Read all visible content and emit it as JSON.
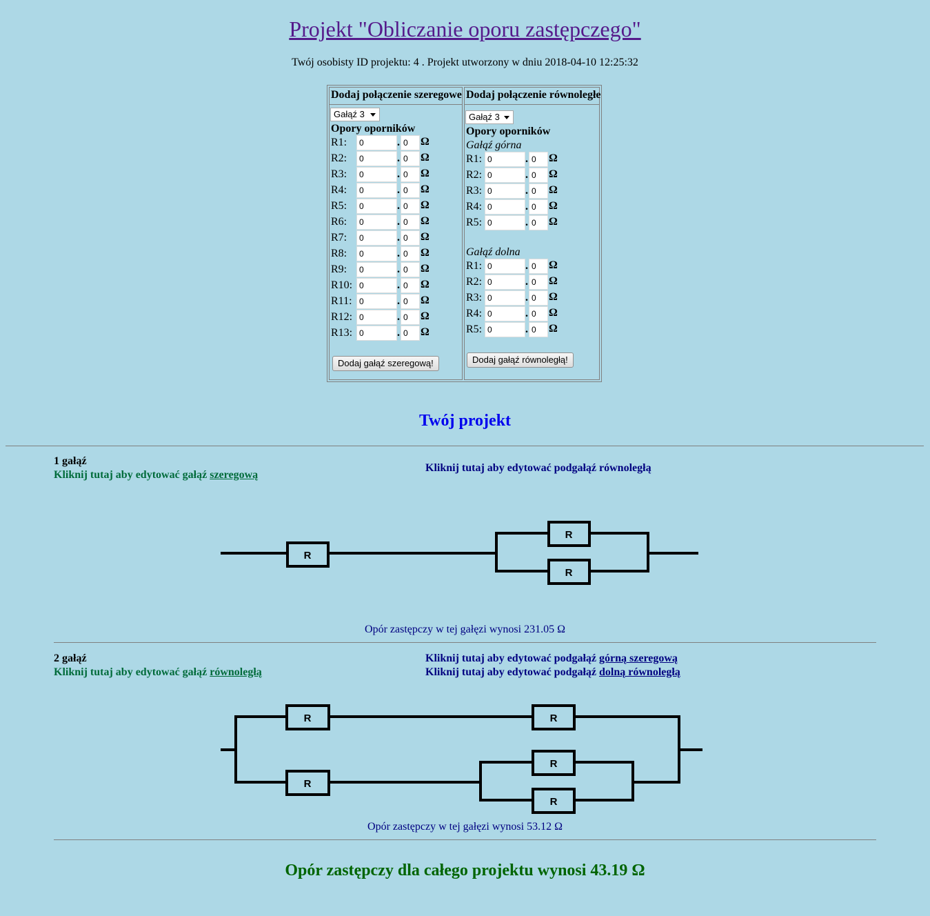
{
  "header": {
    "title": "Projekt \"Obliczanie oporu zastępczego\"",
    "subtitle": "Twój osobisty ID projektu: 4 . Projekt utworzony w dniu 2018-04-10 12:25:32"
  },
  "series_form": {
    "heading": "Dodaj połączenie szeregowe",
    "branch_select": "Gałąź 3",
    "resistors_label": "Opory oporników",
    "resistors": [
      {
        "label": "R1:",
        "int": "0",
        "dec": "0"
      },
      {
        "label": "R2:",
        "int": "0",
        "dec": "0"
      },
      {
        "label": "R3:",
        "int": "0",
        "dec": "0"
      },
      {
        "label": "R4:",
        "int": "0",
        "dec": "0"
      },
      {
        "label": "R5:",
        "int": "0",
        "dec": "0"
      },
      {
        "label": "R6:",
        "int": "0",
        "dec": "0"
      },
      {
        "label": "R7:",
        "int": "0",
        "dec": "0"
      },
      {
        "label": "R8:",
        "int": "0",
        "dec": "0"
      },
      {
        "label": "R9:",
        "int": "0",
        "dec": "0"
      },
      {
        "label": "R10:",
        "int": "0",
        "dec": "0"
      },
      {
        "label": "R11:",
        "int": "0",
        "dec": "0"
      },
      {
        "label": "R12:",
        "int": "0",
        "dec": "0"
      },
      {
        "label": "R13:",
        "int": "0",
        "dec": "0"
      }
    ],
    "unit": "Ω",
    "dot": ".",
    "submit_label": "Dodaj gałąź szeregową!"
  },
  "parallel_form": {
    "heading": "Dodaj połączenie równoległe",
    "branch_select": "Gałąź 3",
    "resistors_label": "Opory oporników",
    "upper_label": "Gałąź górna",
    "upper": [
      {
        "label": "R1:",
        "int": "0",
        "dec": "0"
      },
      {
        "label": "R2:",
        "int": "0",
        "dec": "0"
      },
      {
        "label": "R3:",
        "int": "0",
        "dec": "0"
      },
      {
        "label": "R4:",
        "int": "0",
        "dec": "0"
      },
      {
        "label": "R5:",
        "int": "0",
        "dec": "0"
      }
    ],
    "lower_label": "Gałąź dolna",
    "lower": [
      {
        "label": "R1:",
        "int": "0",
        "dec": "0"
      },
      {
        "label": "R2:",
        "int": "0",
        "dec": "0"
      },
      {
        "label": "R3:",
        "int": "0",
        "dec": "0"
      },
      {
        "label": "R4:",
        "int": "0",
        "dec": "0"
      },
      {
        "label": "R5:",
        "int": "0",
        "dec": "0"
      }
    ],
    "unit": "Ω",
    "dot": ".",
    "submit_label": "Dodaj gałąź równoległą!"
  },
  "project": {
    "title": "Twój projekt",
    "resistor_symbol": "R",
    "branches": [
      {
        "name": "1 gałąź",
        "edit_prefix": "Kliknij tutaj aby edytować gałąź ",
        "edit_link": "szeregową",
        "sub_links": [
          {
            "prefix": "Kliknij tutaj aby edytować podgałąź równoległą",
            "link": ""
          }
        ],
        "result": "Opór zastępczy w tej gałęzi wynosi 231.05 Ω"
      },
      {
        "name": "2 gałąź",
        "edit_prefix": "Kliknij tutaj aby edytować gałąź ",
        "edit_link": "równoległą",
        "sub_links": [
          {
            "prefix": "Kliknij tutaj aby edytować podgałąź ",
            "link": "górną szeregową"
          },
          {
            "prefix": "Kliknij tutaj aby edytować podgałąź ",
            "link": "dolną równoległą"
          }
        ],
        "result": "Opór zastępczy w tej gałęzi wynosi 53.12 Ω"
      }
    ],
    "total": "Opór zastępczy dla całego projektu wynosi 43.19 Ω"
  }
}
